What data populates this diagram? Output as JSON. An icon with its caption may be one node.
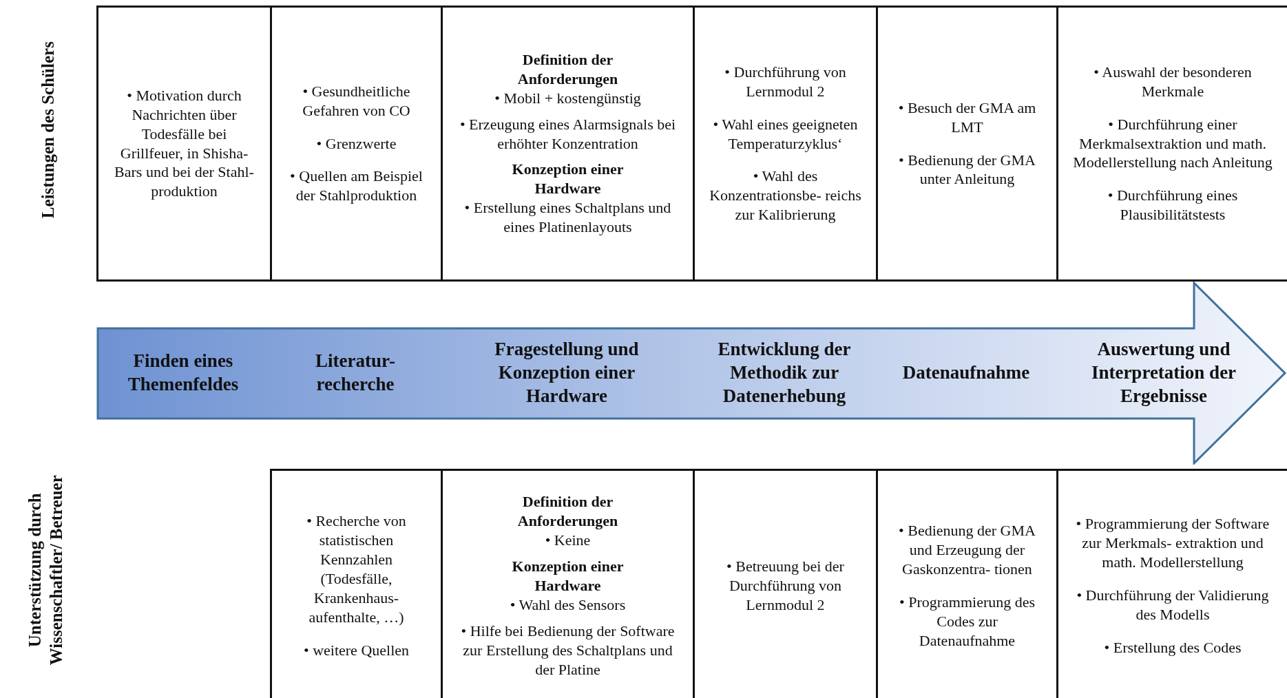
{
  "diagram": {
    "nodes": [
      {
        "text": [
          "• Motivation durch Nachrichten über Todesfälle bei Grillfeuer, in Shisha-Bars und bei der Stahl- produktion"
        ]
      },
      {
        "text": [
          "• Gesundheitliche Gefahren von CO",
          "• Grenzwerte",
          "• Quellen am Beispiel der Stahlproduktion"
        ]
      },
      {
        "text": [
          "Definition der Anforderungen",
          "• Mobil + kostengünstig",
          "• Erzeugung eines Alarmsignals bei erhöhter Konzentration",
          "Konzeption einer Hardware",
          "• Erstellung eines Schaltplans und eines Platinenlayouts"
        ]
      },
      {
        "text": [
          "• Durchführung von Lernmodul 2",
          "• Wahl eines geeigneten Temperaturzyklus‘",
          "• Wahl des Konzentrationsbe- reichs zur Kalibrierung"
        ]
      },
      {
        "text": [
          "• Besuch der GMA am LMT",
          "• Bedienung der GMA unter Anleitung"
        ]
      },
      {
        "text": [
          "• Auswahl der besonderen Merkmale",
          "• Durchführung einer Merkmalsextraktion und math. Modellerstellung nach Anleitung",
          "• Durchführung eines Plausibilitätstests"
        ]
      },
      {
        "text": [
          "Finden eines Themenfeldes",
          "Literatur- recherche",
          "Fragestellung und Konzeption einer Hardware",
          "Entwicklung der Methodik zur Datenerhebung",
          "Datenaufnahme",
          "Auswertung und Interpretation der Ergebnisse"
        ]
      },
      {
        "text": [
          "• Recherche von statistischen Kennzahlen (Todesfälle, Krankenhaus- aufenthalte, …)",
          "• weitere Quellen"
        ]
      },
      {
        "text": [
          "Definition der Anforderungen",
          "• Keine",
          "Konzeption einer Hardware",
          "• Wahl des Sensors",
          "• Hilfe bei Bedienung der Software zur Erstellung des Schaltplans und der Platine"
        ]
      },
      {
        "text": [
          "• Betreuung bei der Durchführung von Lernmodul 2"
        ]
      },
      {
        "text": [
          "• Bedienung der GMA und Erzeugung der Gaskonzentra- tionen",
          "• Programmierung des Codes zur Datenaufnahme"
        ]
      },
      {
        "text": [
          "• Programmierung der Software zur Merkmals- extraktion und math. Modellerstellung",
          "• Durchführung der Validierung des Modells",
          "• Erstellung des Codes"
        ]
      }
    ],
    "labels": [
      "Leistungen des Schülers",
      "Unterstützung durch Wissenschaftler/ Betreuer"
    ]
  }
}
